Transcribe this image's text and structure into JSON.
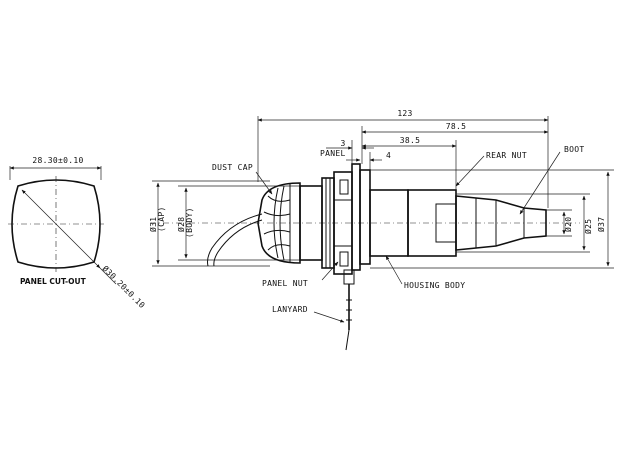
{
  "panel_cutout": {
    "title": "PANEL CUT-OUT",
    "width_dim": "28.30±0.10",
    "diameter_dim": "Ø30.20±0.10"
  },
  "labels": {
    "dust_cap": "DUST CAP",
    "rear_nut": "REAR NUT",
    "boot": "BOOT",
    "panel": "PANEL",
    "panel_nut": "PANEL NUT",
    "housing_body": "HOUSING BODY",
    "lanyard": "LANYARD"
  },
  "dimensions": {
    "overall": "123",
    "rear_length": "78.5",
    "housing_length": "38.5",
    "panel_thickness": "3",
    "flange": "4",
    "cap_dia": "Ø31",
    "cap_note": "(CAP)",
    "body_dia": "Ø28",
    "body_note": "(BODY)",
    "boot_dia": "Ø20",
    "housing_dia": "Ø25",
    "flange_dia": "Ø37"
  }
}
